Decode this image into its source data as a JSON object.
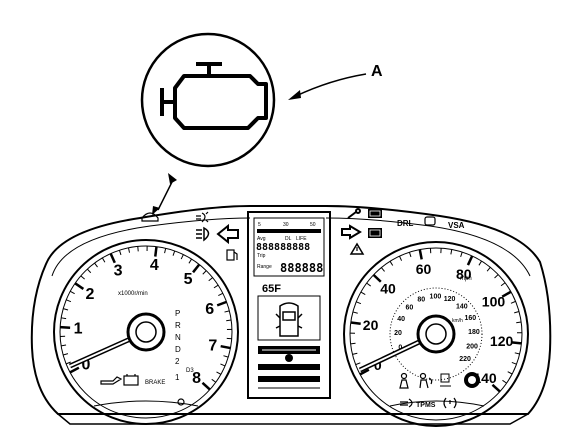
{
  "callout": {
    "label": "A"
  },
  "tachometer": {
    "numerals": [
      "0",
      "1",
      "2",
      "3",
      "4",
      "5",
      "6",
      "7",
      "8"
    ],
    "unit": "x1000r/min",
    "gear_letters": [
      "P",
      "R",
      "N",
      "D",
      "2",
      "1"
    ],
    "gear_extra": "D3",
    "brake_label": "BRAKE"
  },
  "speedometer": {
    "outer_numerals": [
      "0",
      "20",
      "40",
      "60",
      "80",
      "100",
      "120",
      "140"
    ],
    "inner_numerals": [
      "0",
      "20",
      "40",
      "60",
      "80",
      "100",
      "120",
      "140",
      "160",
      "180",
      "200",
      "220"
    ],
    "mph_label": "mph",
    "kmh_label": "km/h",
    "bottom_label": "TPMS"
  },
  "top_indicators": {
    "drl": "DRL",
    "vsa": "VSA"
  },
  "center_display": {
    "top_left": "5",
    "top_mid": "30",
    "top_right": "50",
    "digits_row": "888888888",
    "label_a": "Avg",
    "label_b": "DL",
    "label_c": "LIFE",
    "label_d": "Trip",
    "label_e": "Range",
    "odometer": "888888",
    "temp": "65F"
  }
}
